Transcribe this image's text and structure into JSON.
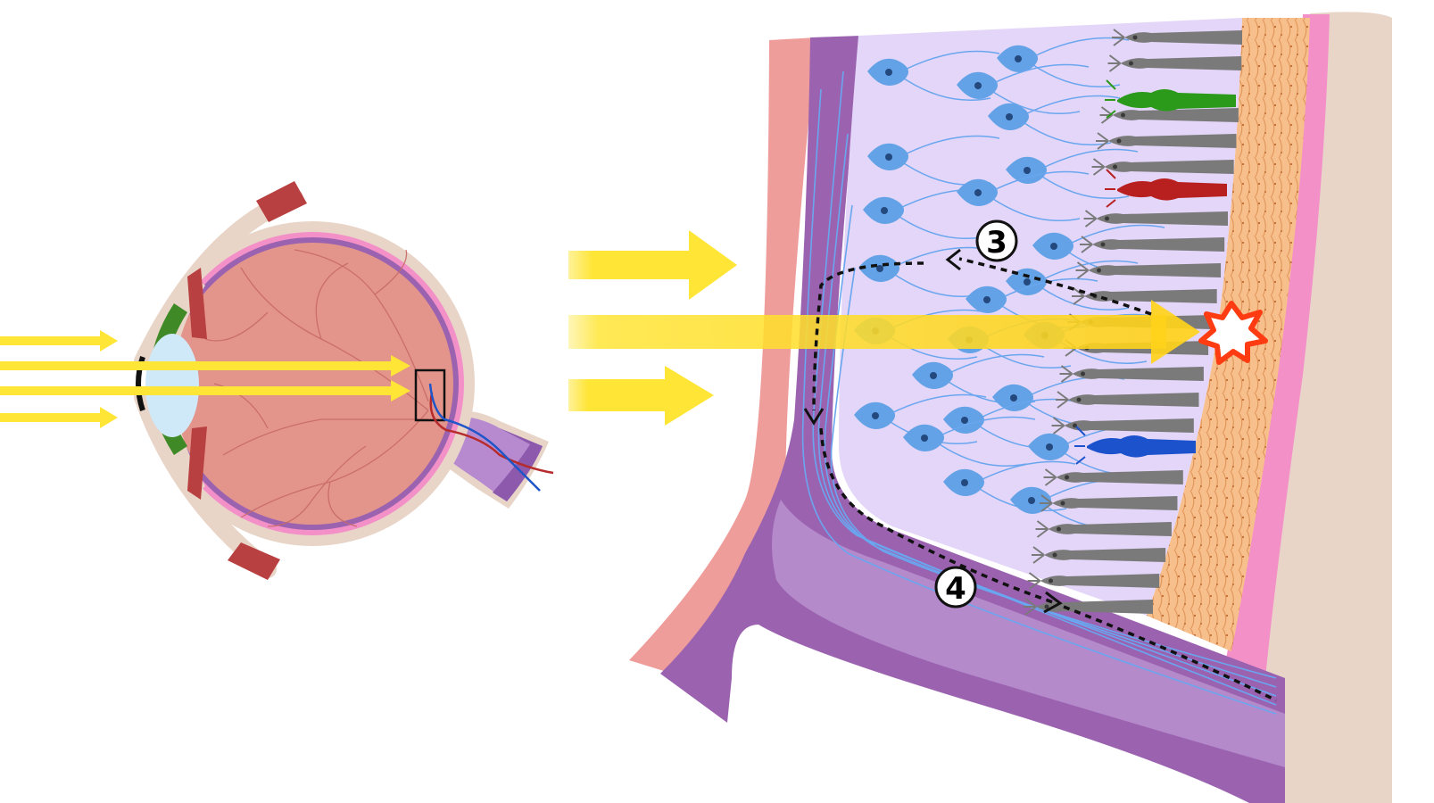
{
  "diagram": {
    "step_markers": [
      {
        "id": "step-3",
        "label": "3"
      },
      {
        "id": "step-4",
        "label": "4"
      }
    ],
    "colors": {
      "light": "#ffe536",
      "sclera": "#e8d5c8",
      "eyeball": "#e3958c",
      "retina_band": "#f490c8",
      "nerve_purple": "#9b62b0",
      "nerve_light": "#b58acb",
      "retina_bg": "#e3d6f8",
      "choroid_pink": "#ee9d9a",
      "neuron_blue": "#63a2e6",
      "rod_gray": "#7a7a7a",
      "cone_green": "#2b9a1a",
      "cone_red": "#b82020",
      "cone_blue": "#1c52cc",
      "epithelium": "#f7bf8c",
      "signal_star": "#ff3b12",
      "lens": "#cfe9f8",
      "iris_green": "#3f8a27",
      "muscle_red": "#b44848",
      "artery": "#b62b2b",
      "vein": "#1f55c9"
    },
    "icons": [
      "eye-cross-section",
      "light-ray-arrow",
      "retina-cell-layers",
      "photoreceptor-signal-star",
      "dashed-signal-path"
    ]
  }
}
